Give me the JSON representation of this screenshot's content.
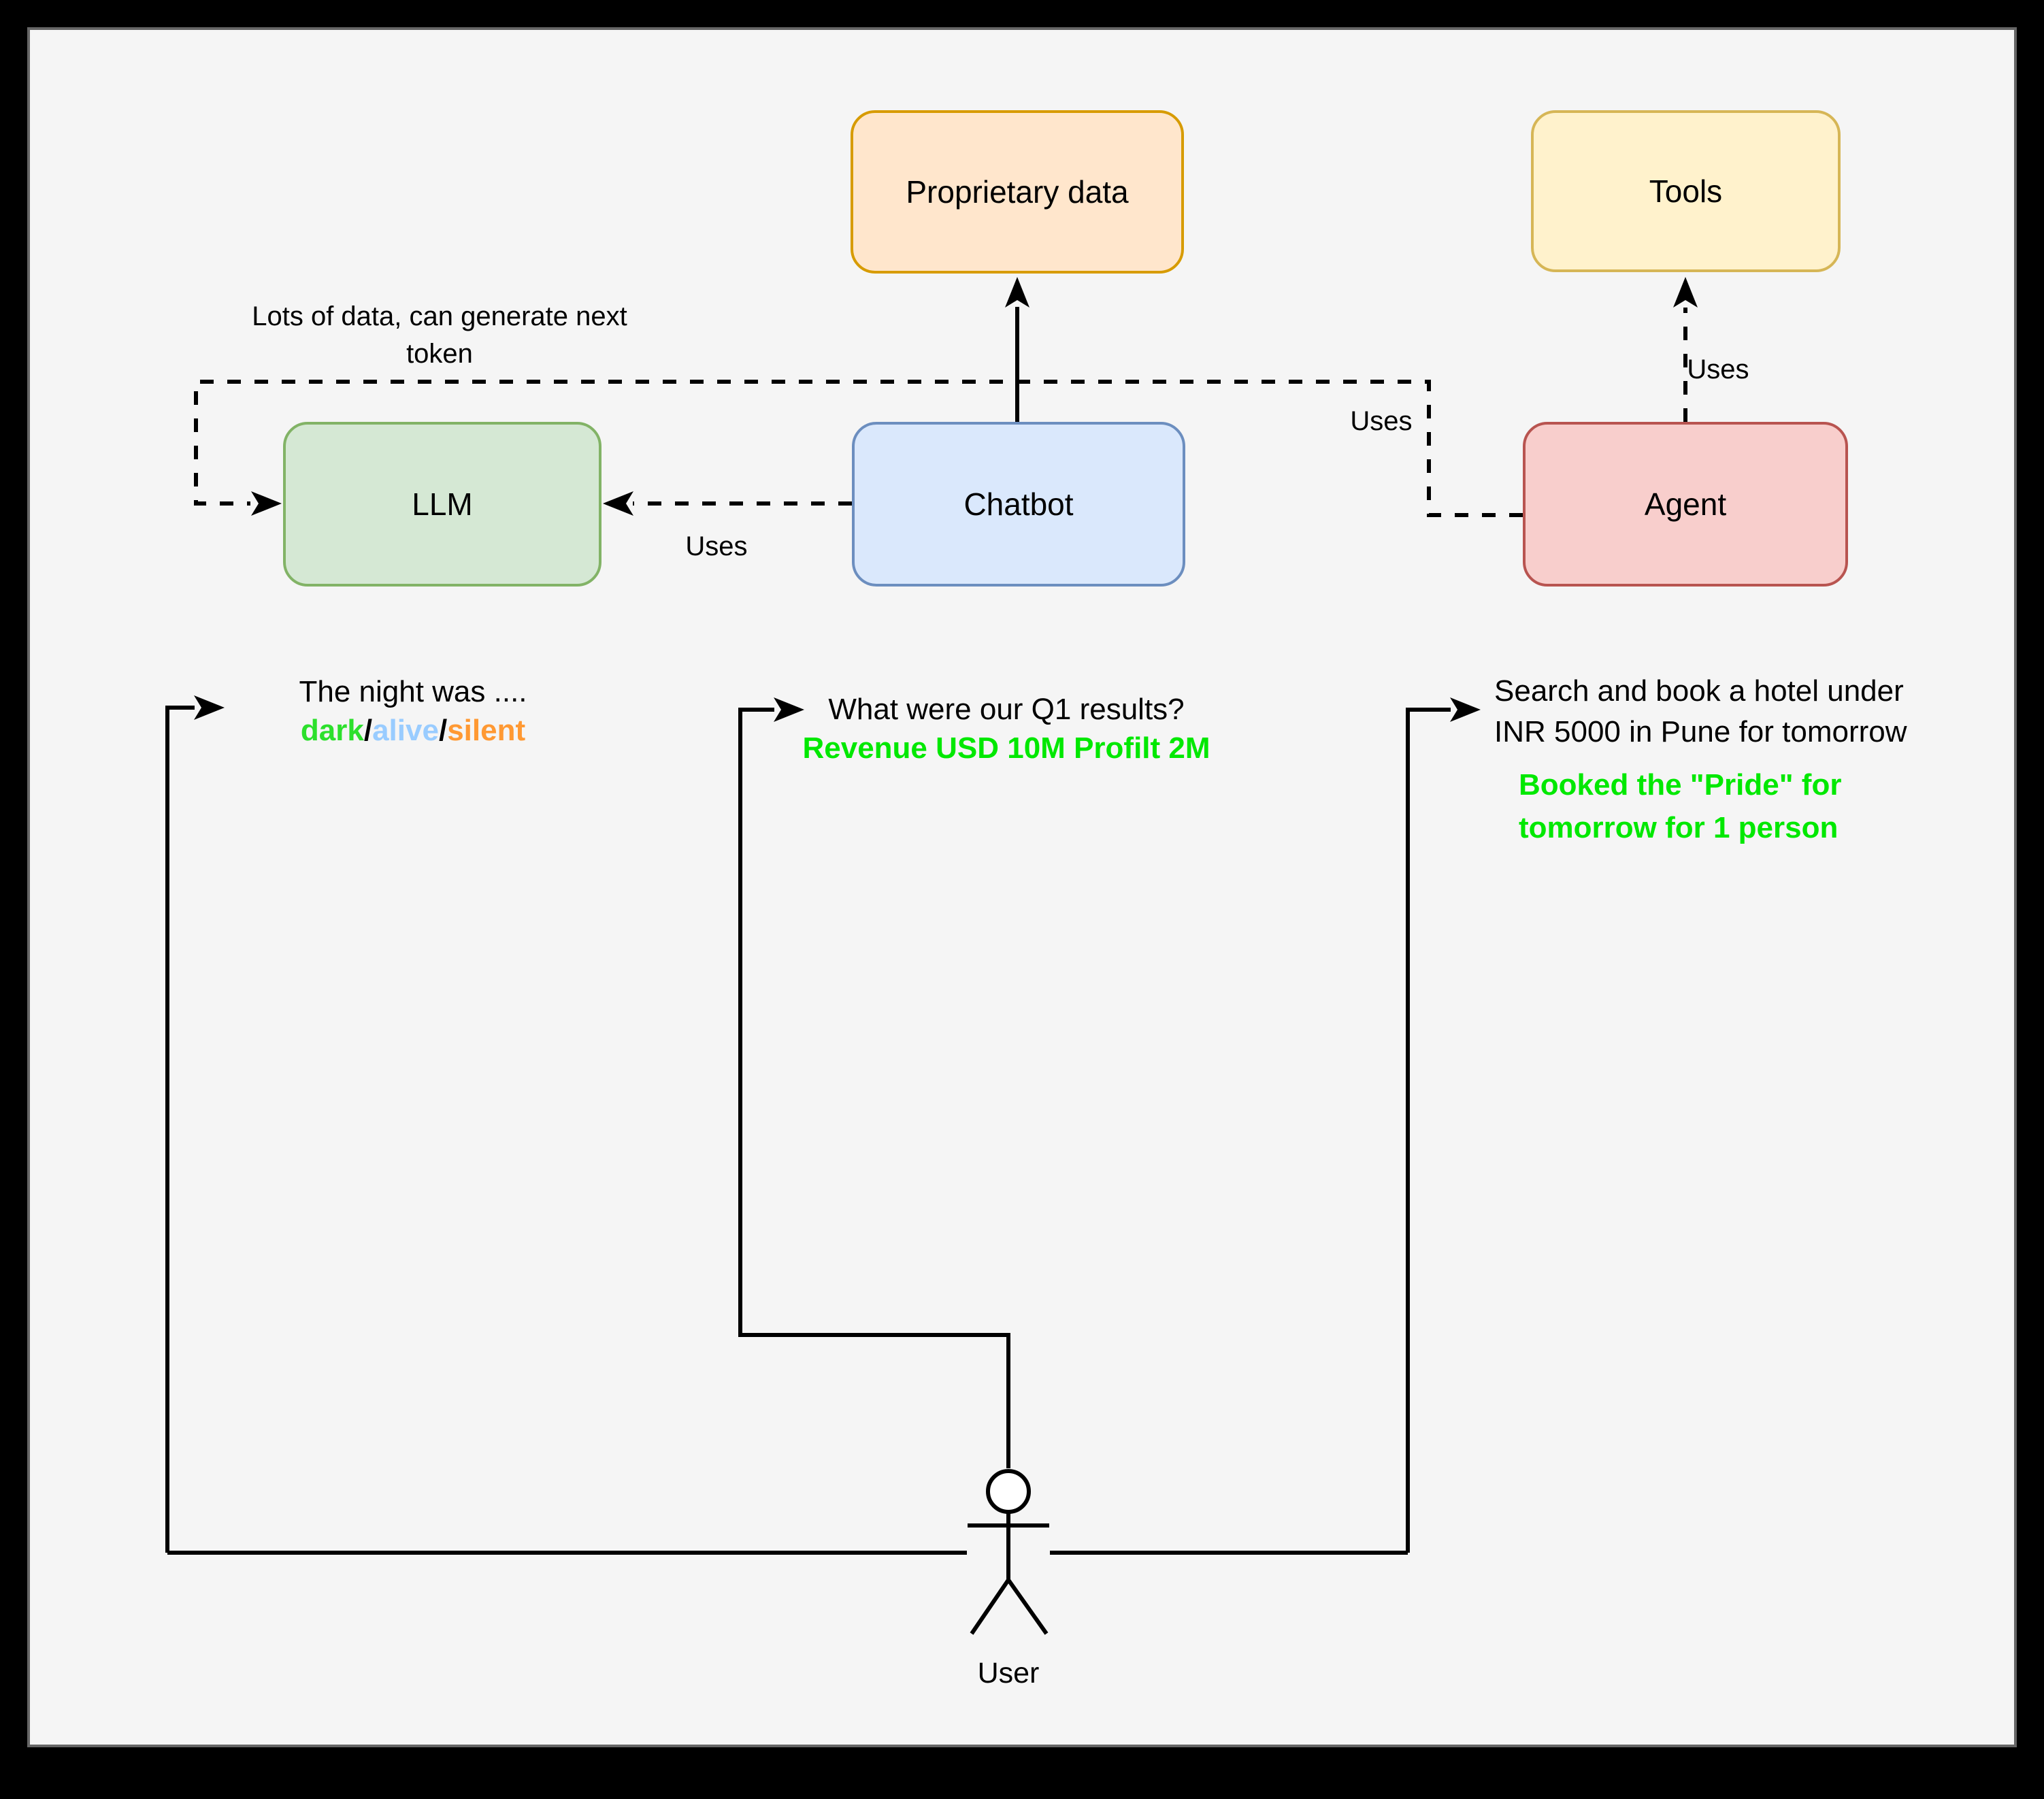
{
  "window": {
    "frame_color": "#000000",
    "canvas_bg": "#F5F5F5",
    "canvas_border": "#666666"
  },
  "nodes": {
    "proprietary_data": {
      "label": "Proprietary data",
      "fill": "#FFE6CC",
      "border": "#D79B00"
    },
    "tools": {
      "label": "Tools",
      "fill": "#FFF2CC",
      "border": "#D6B656"
    },
    "llm": {
      "label": "LLM",
      "fill": "#D5E8D4",
      "border": "#82B366"
    },
    "chatbot": {
      "label": "Chatbot",
      "fill": "#DAE8FC",
      "border": "#6C8EBF"
    },
    "agent": {
      "label": "Agent",
      "fill": "#F8CECC",
      "border": "#B85450"
    },
    "user": {
      "label": "User"
    }
  },
  "annotations": {
    "llm_note_line1": "Lots of data, can generate next",
    "llm_note_line2": "token",
    "uses_chatbot_llm": "Uses",
    "uses_agent_llm": "Uses",
    "uses_agent_tools": "Uses"
  },
  "examples": {
    "llm": {
      "prompt": "The night was ....",
      "option1": "dark",
      "option2": "alive",
      "option3": "silent",
      "separator": "/",
      "option1_color": "#2CE02C",
      "option2_color": "#99CCFF",
      "option3_color": "#FF9933"
    },
    "chatbot": {
      "prompt": "What were our Q1 results?",
      "response": "Revenue USD 10M Profilt 2M",
      "response_color": "#00E800"
    },
    "agent": {
      "prompt_line1": "Search and book a hotel under",
      "prompt_line2": "INR 5000 in Pune for tomorrow",
      "response_line1": "Booked the \"Pride\" for",
      "response_line2": "tomorrow for 1 person",
      "response_color": "#00E800"
    }
  }
}
